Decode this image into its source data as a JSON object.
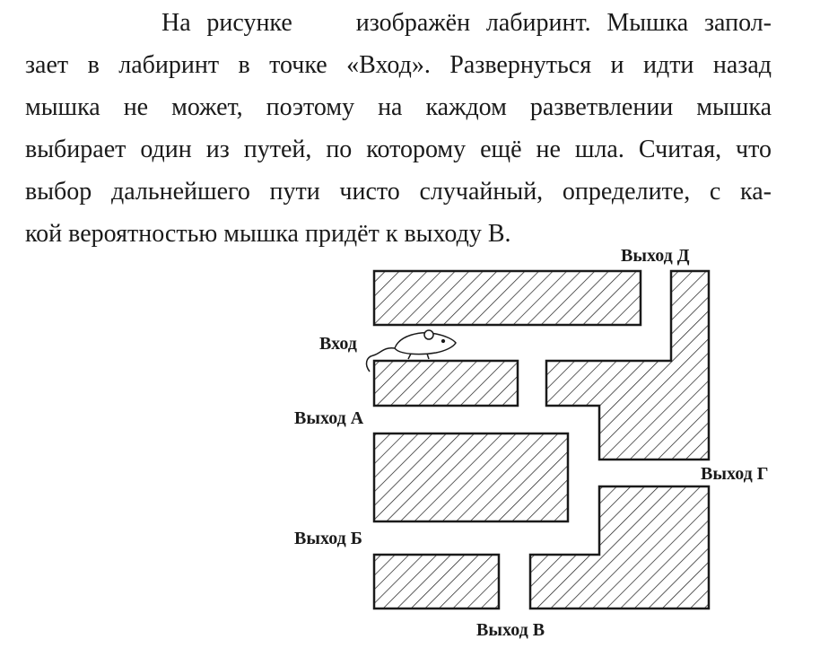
{
  "problem": {
    "lines": [
      "На рисунке    изображён лабиринт. Мышка запол-",
      "зает в лабиринт в точке «Вход». Развернуться и идти назад",
      "мышка не может, поэтому на каждом разветвлении мышка",
      "выбирает один из путей, по которому ещё не шла. Считая, что",
      "выбор дальнейшего пути чисто случайный, определите, с ка-",
      "кой вероятностью мышка придёт к выходу В."
    ]
  },
  "maze": {
    "entrance_label": "Вход",
    "exits": {
      "a": "Выход А",
      "b": "Выход Б",
      "v": "Выход В",
      "g": "Выход Г",
      "d": "Выход Д"
    }
  },
  "colors": {
    "ink": "#1a1a1a",
    "background": "#ffffff"
  }
}
